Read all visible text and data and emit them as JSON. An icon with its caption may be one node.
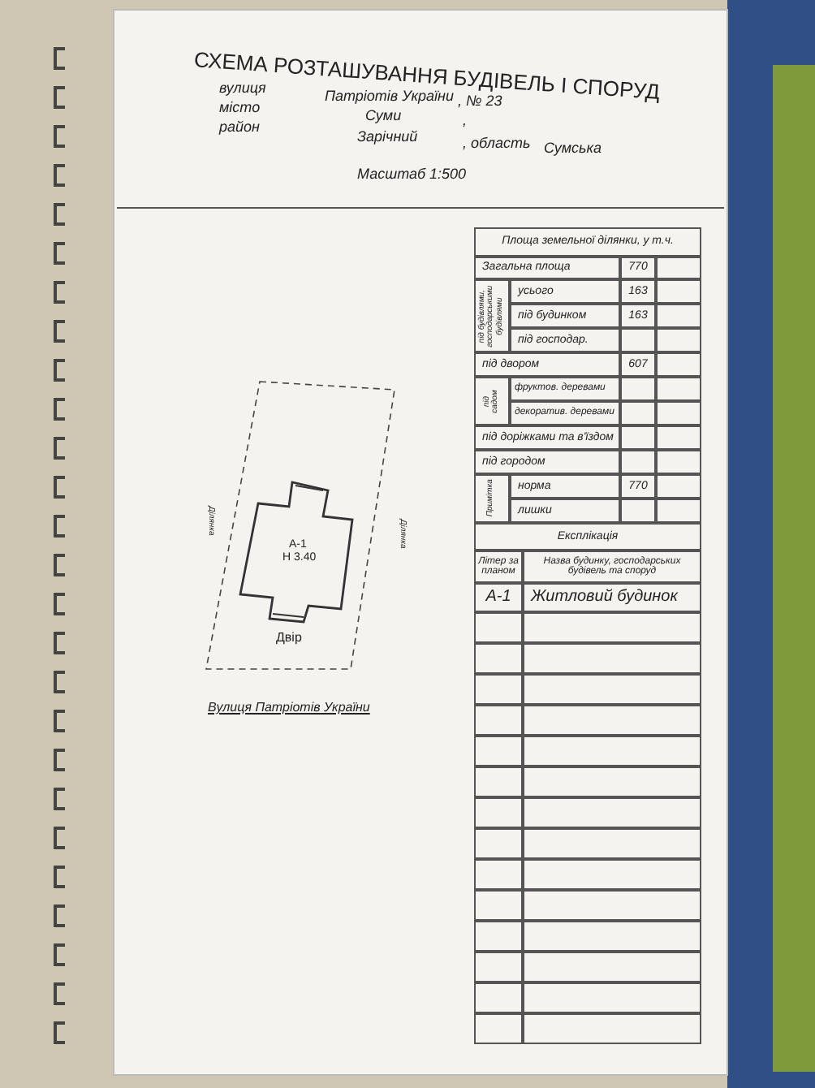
{
  "diagram": {
    "title": "СХЕМА РОЗТАШУВАННЯ БУДІВЕЛЬ І СПОРУД",
    "labels": [
      "вулиця",
      "Патріотів України",
      ", № 23",
      "місто",
      "Суми",
      ",",
      "район",
      "Зарічний",
      ", область",
      "Сумська",
      "Масштаб 1:500",
      "Площа земельної ділянки, у т.ч.",
      "Загальна площа",
      "770",
      "під будівлями, господарськими будівлями",
      "усього",
      "163",
      "під будинком",
      "163",
      "під господар.",
      "під двором",
      "607",
      "під садом",
      "фруктов. деревами",
      "декоратив. деревами",
      "під доріжками та в'їздом",
      "під городом",
      "Примітка",
      "норма",
      "770",
      "лишки",
      "Експлікація",
      "Літер за планом",
      "Назва будинку, господарських будівель та споруд",
      "А-1",
      "Житловий будинок",
      "Ділянка",
      "А-1",
      "Н 3.40",
      "Ділянка",
      "Двір",
      "Вулиця Патріотів України"
    ]
  }
}
